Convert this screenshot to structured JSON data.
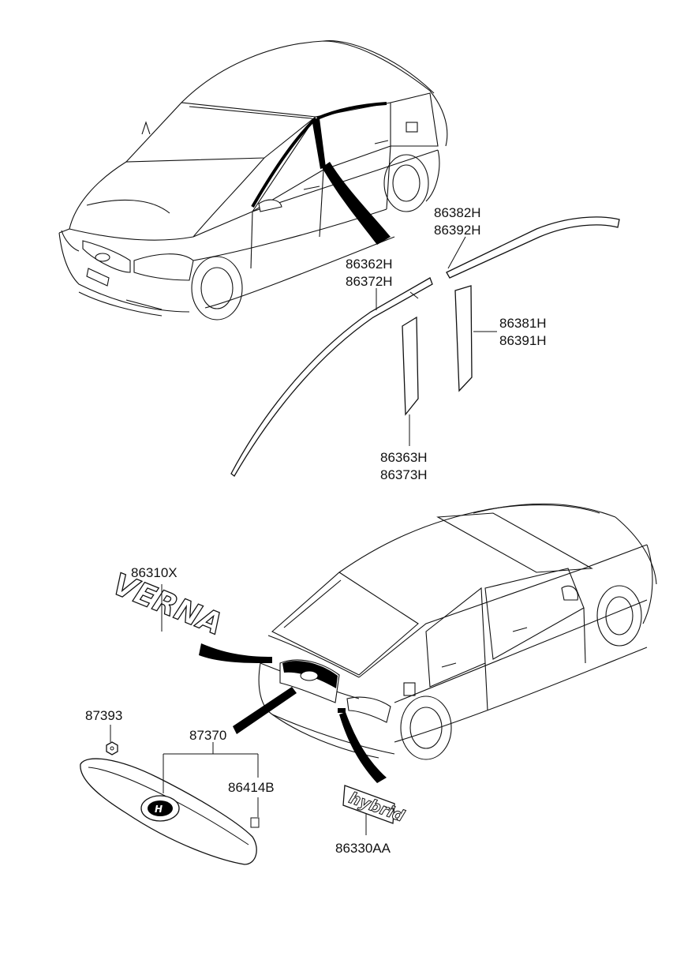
{
  "parts": {
    "belt_front": {
      "line1": "86362H",
      "line2": "86372H"
    },
    "belt_rear": {
      "line1": "86382H",
      "line2": "86392H"
    },
    "pillar_rear": {
      "line1": "86381H",
      "line2": "86391H"
    },
    "pillar_front": {
      "line1": "86363H",
      "line2": "86373H"
    },
    "verna_emblem": "86310X",
    "nut": "87393",
    "garnish": "87370",
    "clip": "86414B",
    "hybrid_emblem": "86330AA"
  },
  "emblems": {
    "verna_text": "VERNA",
    "hybrid_text": "hybrid"
  }
}
